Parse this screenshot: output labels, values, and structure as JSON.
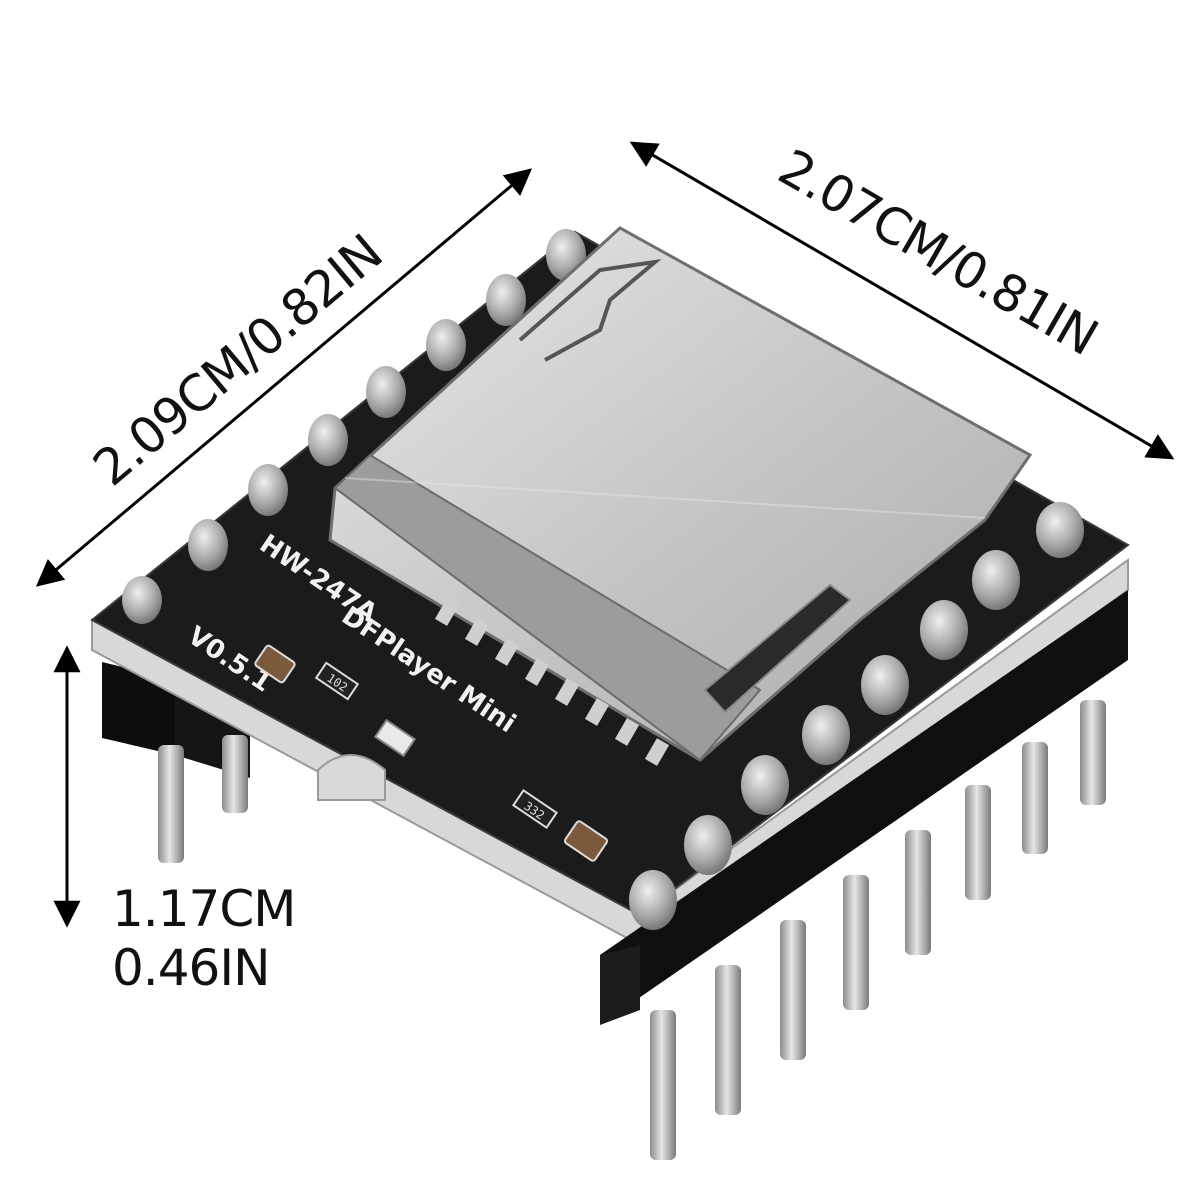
{
  "dimensions": {
    "width_left": "2.09CM/0.82IN",
    "width_right": "2.07CM/0.81IN",
    "height_cm": "1.17CM",
    "height_in": "0.46IN"
  },
  "board": {
    "model": "DFPlayer Mini",
    "board_id": "HW-247A",
    "version": "V0.5.1",
    "resistor_a": "102",
    "resistor_b": "332"
  },
  "colors": {
    "pcb": "#1b1b1b",
    "pcb_edge": "#d9d9d9",
    "header": "#0f0f0f",
    "pin": "#bdbdbd",
    "sd_slot": "#cfcfcf",
    "silkscreen": "#f2f2f2",
    "arrow": "#000000"
  }
}
